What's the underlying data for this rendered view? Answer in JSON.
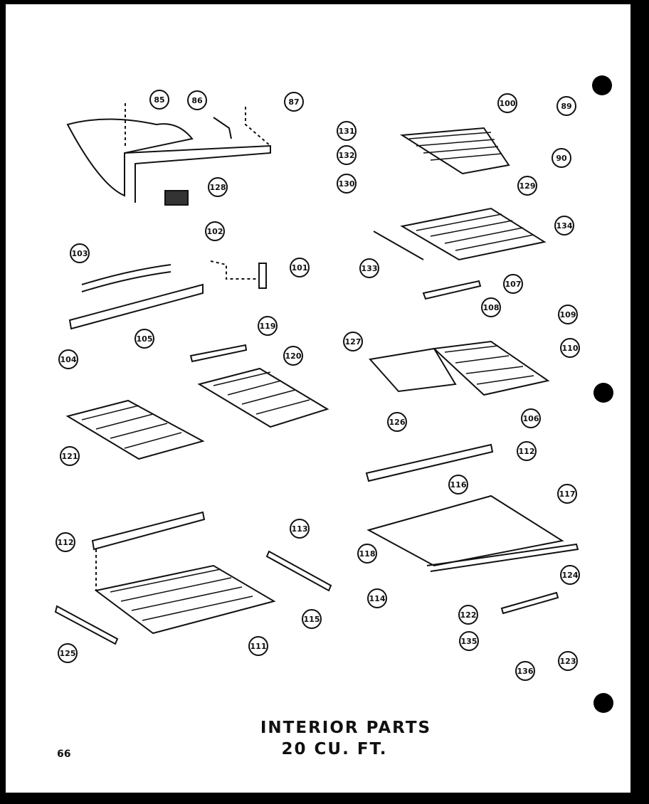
{
  "diagram": {
    "title_line1": "INTERIOR PARTS",
    "title_line2": "20 CU. FT.",
    "page_number": "66",
    "callouts": [
      "85",
      "86",
      "87",
      "100",
      "89",
      "131",
      "132",
      "130",
      "129",
      "90",
      "128",
      "102",
      "103",
      "101",
      "134",
      "133",
      "107",
      "108",
      "109",
      "104",
      "105",
      "119",
      "120",
      "127",
      "110",
      "121",
      "106",
      "126",
      "112",
      "116",
      "117",
      "113",
      "118",
      "124",
      "114",
      "122",
      "115",
      "135",
      "111",
      "125",
      "136",
      "123"
    ]
  },
  "colors": {
    "ink": "#111111",
    "border": "#000000",
    "paper": "#ffffff"
  }
}
